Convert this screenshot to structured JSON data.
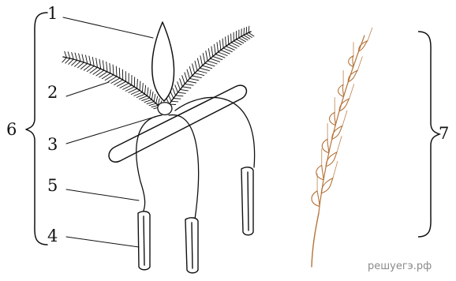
{
  "labels": {
    "l1": "1",
    "l2": "2",
    "l3": "3",
    "l4": "4",
    "l5": "5",
    "l6": "6",
    "l7": "7"
  },
  "watermark": "решуегэ.рф",
  "colors": {
    "ink": "#111111",
    "spike": "#b5733a",
    "watermark": "#8a8a8a"
  }
}
